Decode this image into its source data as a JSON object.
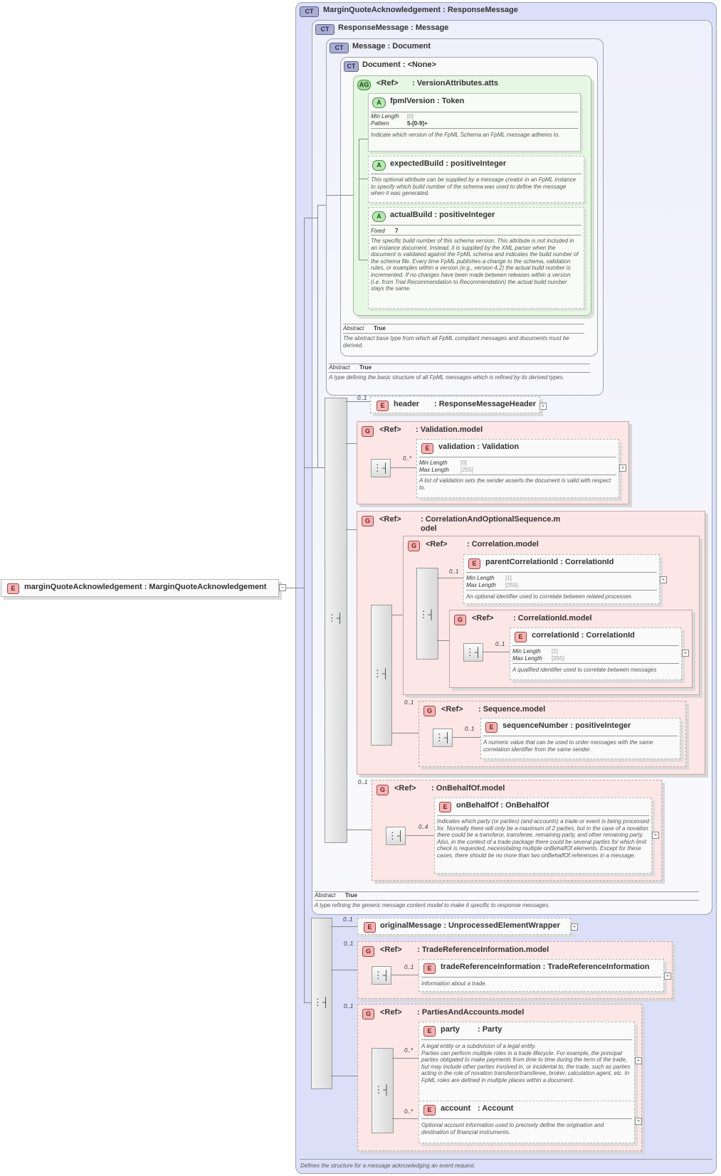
{
  "root": {
    "badge": "CT",
    "name": "MarginQuoteAcknowledgement",
    "type": ": ResponseMessage",
    "description": "Defines the structure for a message acknowledging an event request."
  },
  "response_message": {
    "badge": "CT",
    "name": "ResponseMessage",
    "type": ": Message",
    "abstract_label": "Abstract",
    "abstract_value": "True",
    "description": "A type refining the generic message content model to make it specific to response messages."
  },
  "message": {
    "badge": "CT",
    "name": "Message",
    "type": ": Document",
    "abstract_label": "Abstract",
    "abstract_value": "True",
    "description": "A type defining the basic structure of all FpML messages which is refined by its derived types."
  },
  "document": {
    "badge": "CT",
    "name": "Document",
    "type": ": <None>",
    "abstract_label": "Abstract",
    "abstract_value": "True",
    "description": "The abstract base type from which all FpML compliant messages and documents must be derived."
  },
  "version_attrs": {
    "badge": "AG",
    "ref": "<Ref>",
    "name": ": VersionAttributes.atts"
  },
  "fpml_version": {
    "badge": "A",
    "name": "fpmlVersion",
    "type": ": Token",
    "minlen_label": "Min Length",
    "minlen_value": "[0]",
    "pattern_label": "Pattern",
    "pattern_value": "5-[0-9]+",
    "description": "Indicate which version of the FpML Schema an FpML message adheres to."
  },
  "expected_build": {
    "badge": "A",
    "name": "expectedBuild",
    "type": ": positiveInteger",
    "description": "This optional attribute can be supplied by a message creator in an FpML instance to specify which build number of the schema was used to define the message when it was generated."
  },
  "actual_build": {
    "badge": "A",
    "name": "actualBuild",
    "type": ": positiveInteger",
    "fixed_label": "Fixed",
    "fixed_value": "7",
    "description": "The specific build number of this schema version. This attribute is not included in an instance document. Instead, it is supplied by the XML parser when the document is validated against the FpML schema and indicates the build number of the schema file. Every time FpML publishes a change to the schema, validation rules, or examples within a version (e.g., version 4.2) the actual build number is incremented. If no changes have been made between releases within a version (i.e. from Trial Recommendation to Recommendation) the actual build number stays the same."
  },
  "root_element": {
    "badge": "E",
    "name": "marginQuoteAcknowledgement",
    "type": ": MarginQuoteAcknowledgement"
  },
  "header": {
    "badge": "E",
    "occ": "0..1",
    "name": "header",
    "type": ": ResponseMessageHeader"
  },
  "validation_model": {
    "badge": "G",
    "ref": "<Ref>",
    "name": ": Validation.model"
  },
  "validation": {
    "badge": "E",
    "occ": "0..*",
    "name": "validation",
    "type": ": Validation",
    "minlen_label": "Min Length",
    "minlen_value": "[0]",
    "maxlen_label": "Max Length",
    "maxlen_value": "[255]",
    "description": "A list of validation sets the sender asserts the document is valid with respect to."
  },
  "correlation_seq_model": {
    "badge": "G",
    "ref": "<Ref>",
    "name_line1": ": CorrelationAndOptionalSequence.m",
    "name_line2": "odel"
  },
  "correlation_model": {
    "badge": "G",
    "ref": "<Ref>",
    "name": ": Correlation.model"
  },
  "parent_corr": {
    "badge": "E",
    "occ": "0..1",
    "name": "parentCorrelationId",
    "type": ": CorrelationId",
    "minlen_label": "Min Length",
    "minlen_value": "[1]",
    "maxlen_label": "Max Length",
    "maxlen_value": "[255]",
    "description": "An optional identifier used to correlate between related processes"
  },
  "corr_id_model": {
    "badge": "G",
    "ref": "<Ref>",
    "name": ": CorrelationId.model"
  },
  "corr_id": {
    "badge": "E",
    "occ": "0..1",
    "name": "correlationId",
    "type": ": CorrelationId",
    "minlen_label": "Min Length",
    "minlen_value": "[1]",
    "maxlen_label": "Max Length",
    "maxlen_value": "[255]",
    "description": "A qualified identifier used to correlate between messages"
  },
  "sequence_model": {
    "badge": "G",
    "occ": "0..1",
    "ref": "<Ref>",
    "name": ": Sequence.model"
  },
  "sequence_number": {
    "badge": "E",
    "occ": "0..1",
    "name": "sequenceNumber",
    "type": ": positiveInteger",
    "description": "A numeric value that can be used to order messages with the same correlation identifier from the same sender."
  },
  "on_behalf_model": {
    "badge": "G",
    "occ": "0..1",
    "ref": "<Ref>",
    "name": ": OnBehalfOf.model"
  },
  "on_behalf": {
    "badge": "E",
    "occ": "0..4",
    "name": "onBehalfOf",
    "type": ": OnBehalfOf",
    "description": "Indicates which party (or parties) (and accounts) a trade or event is being processed for. Normally there will only be a maximum of 2 parties, but in the case of a novation there could be a transferor, transferee, remaining party, and other remaining party. Also, in the context of a trade package there could be several parties for which limit check is requested, necessitating multiple onBehalfOf elements. Except for these cases, there should be no more than two onBehalfOf references in a message."
  },
  "original_message": {
    "badge": "E",
    "occ": "0..1",
    "name": "originalMessage",
    "type": ": UnprocessedElementWrapper"
  },
  "trade_ref_model": {
    "badge": "G",
    "occ": "0..1",
    "ref": "<Ref>",
    "name": ": TradeReferenceInformation.model"
  },
  "trade_ref": {
    "badge": "E",
    "occ": "0..1",
    "name": "tradeReferenceInformation",
    "type": ": TradeReferenceInformation",
    "description": "Information about a trade."
  },
  "parties_model": {
    "badge": "G",
    "occ": "0..1",
    "ref": "<Ref>",
    "name": ": PartiesAndAccounts.model"
  },
  "party": {
    "badge": "E",
    "occ": "0..*",
    "name": "party",
    "type": ": Party",
    "description": "A legal entity or a subdivision of a legal entity.\nParties can perform multiple roles in a trade lifecycle. For example, the principal parties obligated to make payments from time to time during the term of the trade, but may include other parties involved in, or incidental to, the trade, such as parties acting in the role of novation transferor/transferee, broker, calculation agent, etc. In FpML roles are defined in multiple places within a document."
  },
  "account": {
    "badge": "E",
    "occ": "0..*",
    "name": "account",
    "type": ": Account",
    "description": "Optional account information used to precisely define the origination and destination of financial instruments."
  }
}
